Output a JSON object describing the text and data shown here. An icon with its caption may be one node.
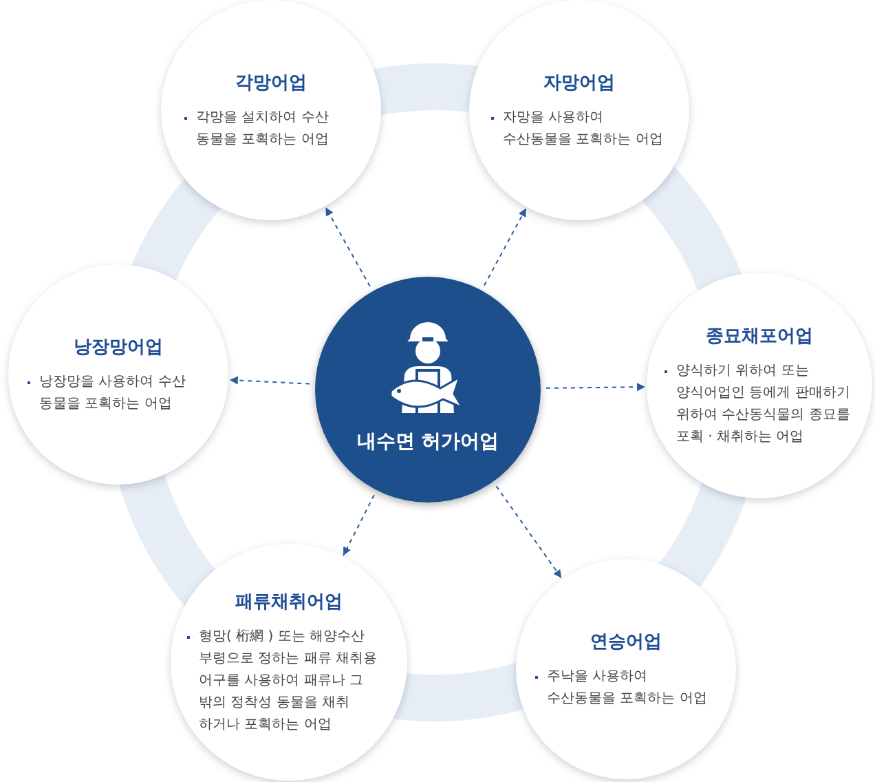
{
  "diagram": {
    "nodes": [
      {
        "text": [
          "내수면 허가어업"
        ]
      },
      {
        "text": [
          "각망어업",
          "각망을 설치하여 수산 동물을 포획하는 어업"
        ]
      },
      {
        "text": [
          "자망어업",
          "자망을 사용하여 수산동물을 포획하는 어업"
        ]
      },
      {
        "text": [
          "낭장망어업",
          "낭장망을 사용하여 수산 동물을 포획하는 어업"
        ]
      },
      {
        "text": [
          "종묘채포어업",
          "양식하기 위하여 또는 양식어업인 등에게 판매하기 위하여 수산동식물의 종묘를 포획 · 채취하는 어업"
        ]
      },
      {
        "text": [
          "패류채취어업",
          "형망( 桁網 ) 또는 해양수산 부령으로 정하는 패류 채취용 어구를 사용하여 패류나 그 밖의 정착성 동물을 채취 하거나 포획하는 어업"
        ]
      },
      {
        "text": [
          "연승어업",
          "주낙을 사용하여 수산동물을 포획하는 어업"
        ]
      }
    ],
    "edges": [
      {
        "from": 0,
        "to": 1,
        "arrow": "to",
        "style": "dashed"
      },
      {
        "from": 0,
        "to": 2,
        "arrow": "to",
        "style": "dashed"
      },
      {
        "from": 0,
        "to": 3,
        "arrow": "to",
        "style": "dashed"
      },
      {
        "from": 0,
        "to": 4,
        "arrow": "to",
        "style": "dashed"
      },
      {
        "from": 0,
        "to": 5,
        "arrow": "to",
        "style": "dashed"
      },
      {
        "from": 0,
        "to": 6,
        "arrow": "to",
        "style": "dashed"
      }
    ]
  }
}
